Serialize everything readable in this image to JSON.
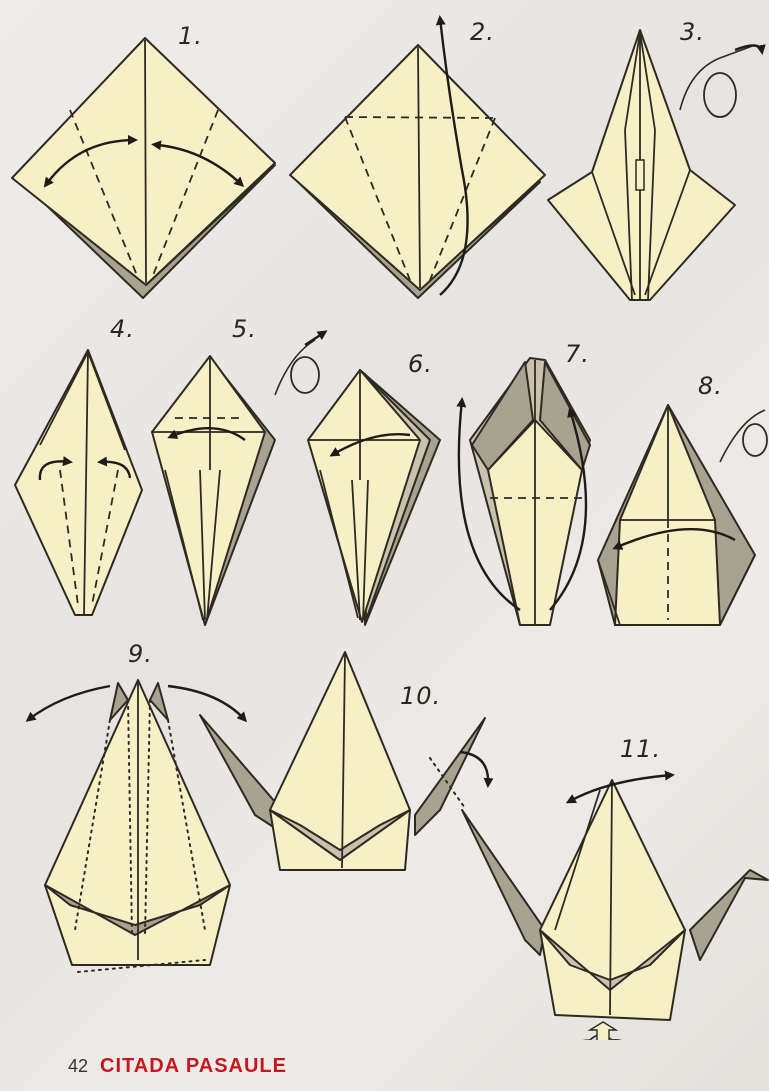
{
  "steps": [
    {
      "number": "1."
    },
    {
      "number": "2."
    },
    {
      "number": "3."
    },
    {
      "number": "4."
    },
    {
      "number": "5."
    },
    {
      "number": "6."
    },
    {
      "number": "7."
    },
    {
      "number": "8."
    },
    {
      "number": "9."
    },
    {
      "number": "10."
    },
    {
      "number": "11."
    }
  ],
  "footer": {
    "page_number": "42",
    "magazine_name": "CITADA PASAULE"
  },
  "colors": {
    "paper_front": "#f7f0c6",
    "paper_back": "#a8a290",
    "footer_brand": "#c8161d"
  },
  "icons": {
    "turn_over": "turn-over-icon",
    "finished_crane_cloud": "cloud-icon"
  }
}
